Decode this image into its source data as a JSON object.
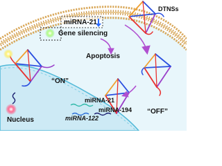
{
  "labels": {
    "mirna_21_box": "miRNA-21",
    "gene_silencing": "Gene silencing",
    "apoptosis": "Apoptosis",
    "dtns": "DTNSs",
    "on": "“ON”",
    "off": "“OFF”",
    "mirna_21": "miRNA-21",
    "mirna_122": "miRNA-122",
    "mirna_194": "miRNA-194",
    "nucleus": "Nucleus"
  },
  "colors": {
    "background": "#ffffff",
    "membrane_head": "#d9a85a",
    "membrane_tail": "#c98f3e",
    "cytoplasm": "#e8f6fb",
    "nucleus_fill": "#cdeaf5",
    "nucleus_edge": "#4fb8d8",
    "arrow_magenta": "#b04fd0",
    "down_arrow_blue": "#2b6cff",
    "strand_red": "#e8302f",
    "strand_blue": "#2a4fe0",
    "strand_purple": "#9a3fc9",
    "strand_orange": "#f0a030",
    "fluor_green": "#6ee84a",
    "fluor_yellow": "#f7e23a",
    "fluor_pink": "#ff3a6a",
    "mirna21_teal": "#2fb9a9",
    "mirna122_blue": "#2d6fd8",
    "mirna194_navy": "#1a1f70"
  },
  "icons": [
    "down-arrow-icon",
    "apoptosis-arrow-icon",
    "entry-arrow-icon",
    "release-arrow-icon"
  ]
}
